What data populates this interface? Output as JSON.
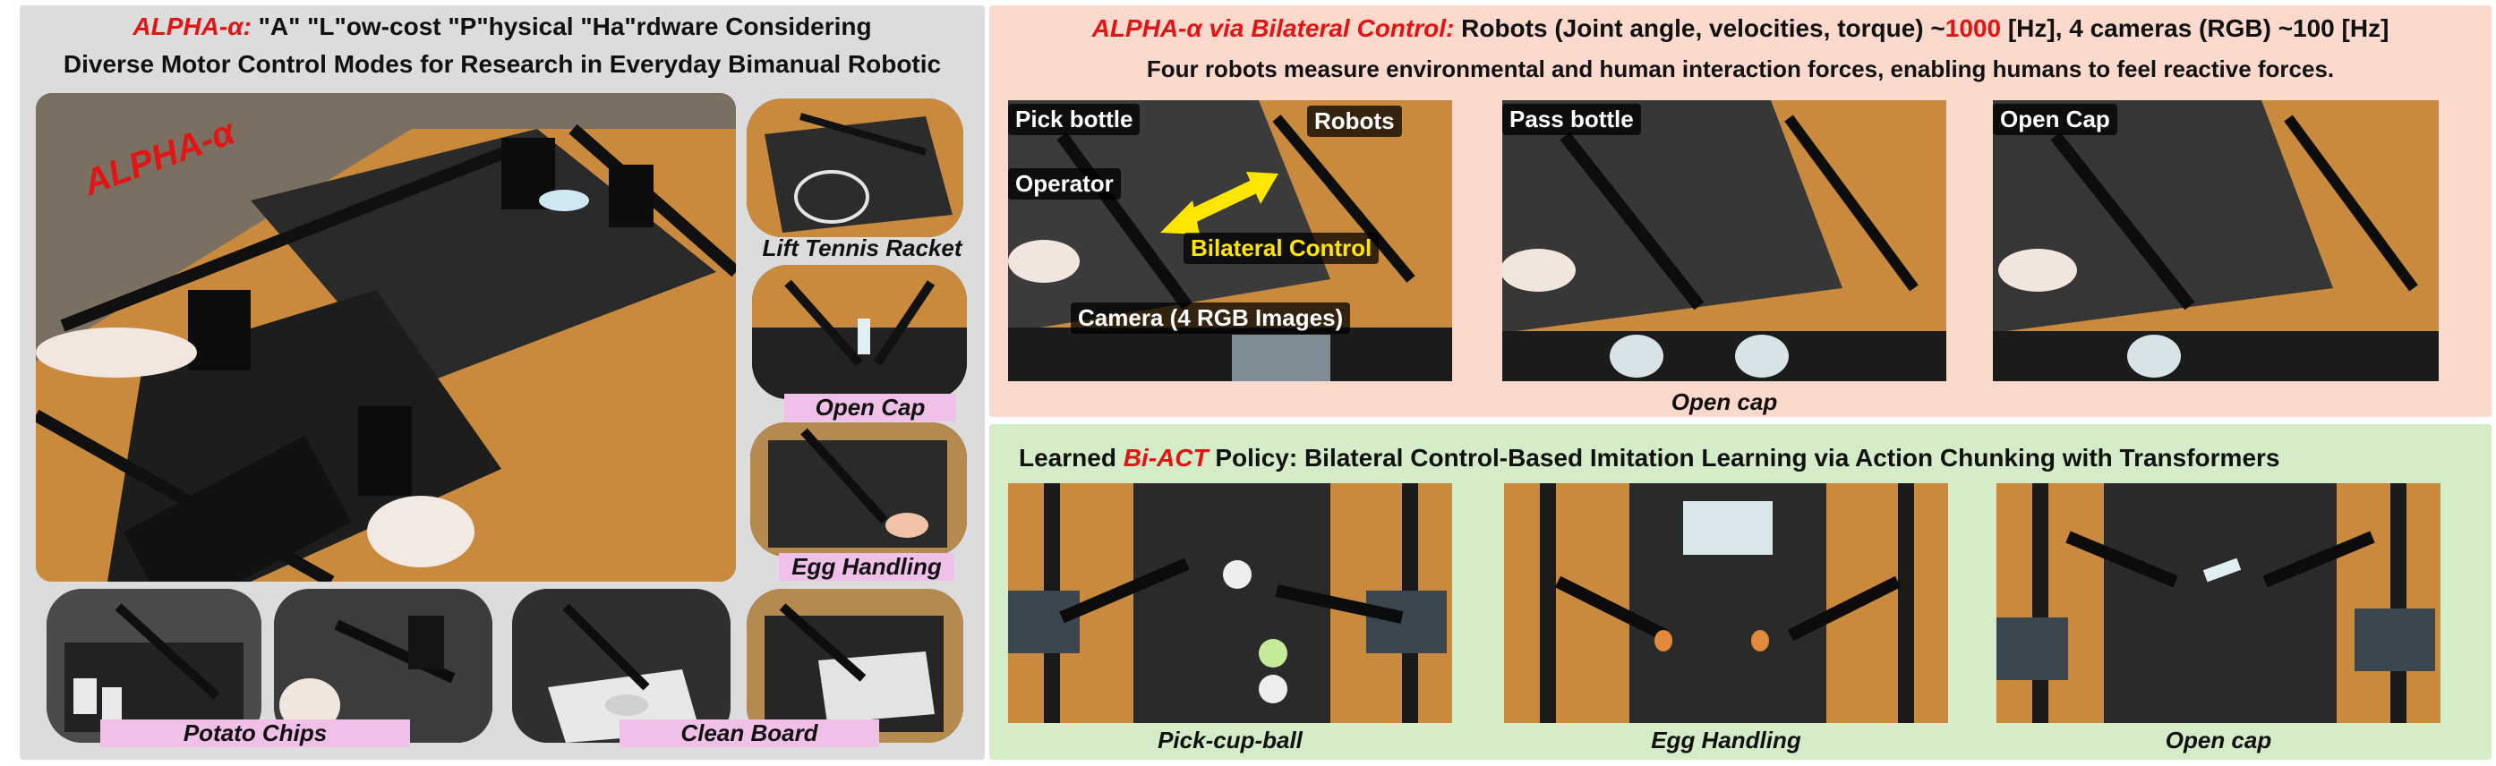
{
  "left": {
    "title_prefix": "ALPHA-α:",
    "title_rest": " \"A\" \"L\"ow-cost \"P\"hysical \"Ha\"rdware Considering",
    "title_line2": "Diverse Motor Control Modes for Research in Everyday Bimanual Robotic",
    "main_photo_brand": "ALPHA-α",
    "captions": {
      "lift_tennis_racket": "Lift Tennis Racket",
      "open_cap": "Open Cap",
      "egg_handling": "Egg Handling",
      "potato_chips": "Potato Chips",
      "clean_board": "Clean Board"
    }
  },
  "top_right": {
    "title_prefix": "ALPHA-α via Bilateral Control:",
    "title_mid": " Robots (Joint angle, velocities, torque) ~",
    "title_rate": "1000",
    "title_end": " [Hz], 4 cameras (RGB) ~100 [Hz]",
    "subtitle": "Four robots measure environmental and human interaction forces, enabling humans to feel reactive forces.",
    "frame1_labels": {
      "pick_bottle": "Pick bottle",
      "robots": "Robots",
      "operator": "Operator",
      "bilateral_control": "Bilateral Control",
      "camera": "Camera (4 RGB Images)"
    },
    "frame2_label": "Pass bottle",
    "frame3_label": "Open Cap",
    "caption": "Open cap"
  },
  "bottom_right": {
    "title_prefix": "Learned ",
    "title_highlight": "Bi-ACT",
    "title_rest": " Policy: Bilateral Control-Based Imitation Learning via Action Chunking with Transformers",
    "captions": {
      "pick_cup_ball": "Pick-cup-ball",
      "egg_handling": "Egg Handling",
      "open_cap": "Open cap"
    }
  },
  "colors": {
    "accent_red": "#e31414",
    "left_bg": "#dcdcdc",
    "top_right_bg": "#fbd9cc",
    "bottom_right_bg": "#d5ecc8",
    "caption_pink": "#f0c0e8",
    "label_yellow": "#ffe600"
  }
}
